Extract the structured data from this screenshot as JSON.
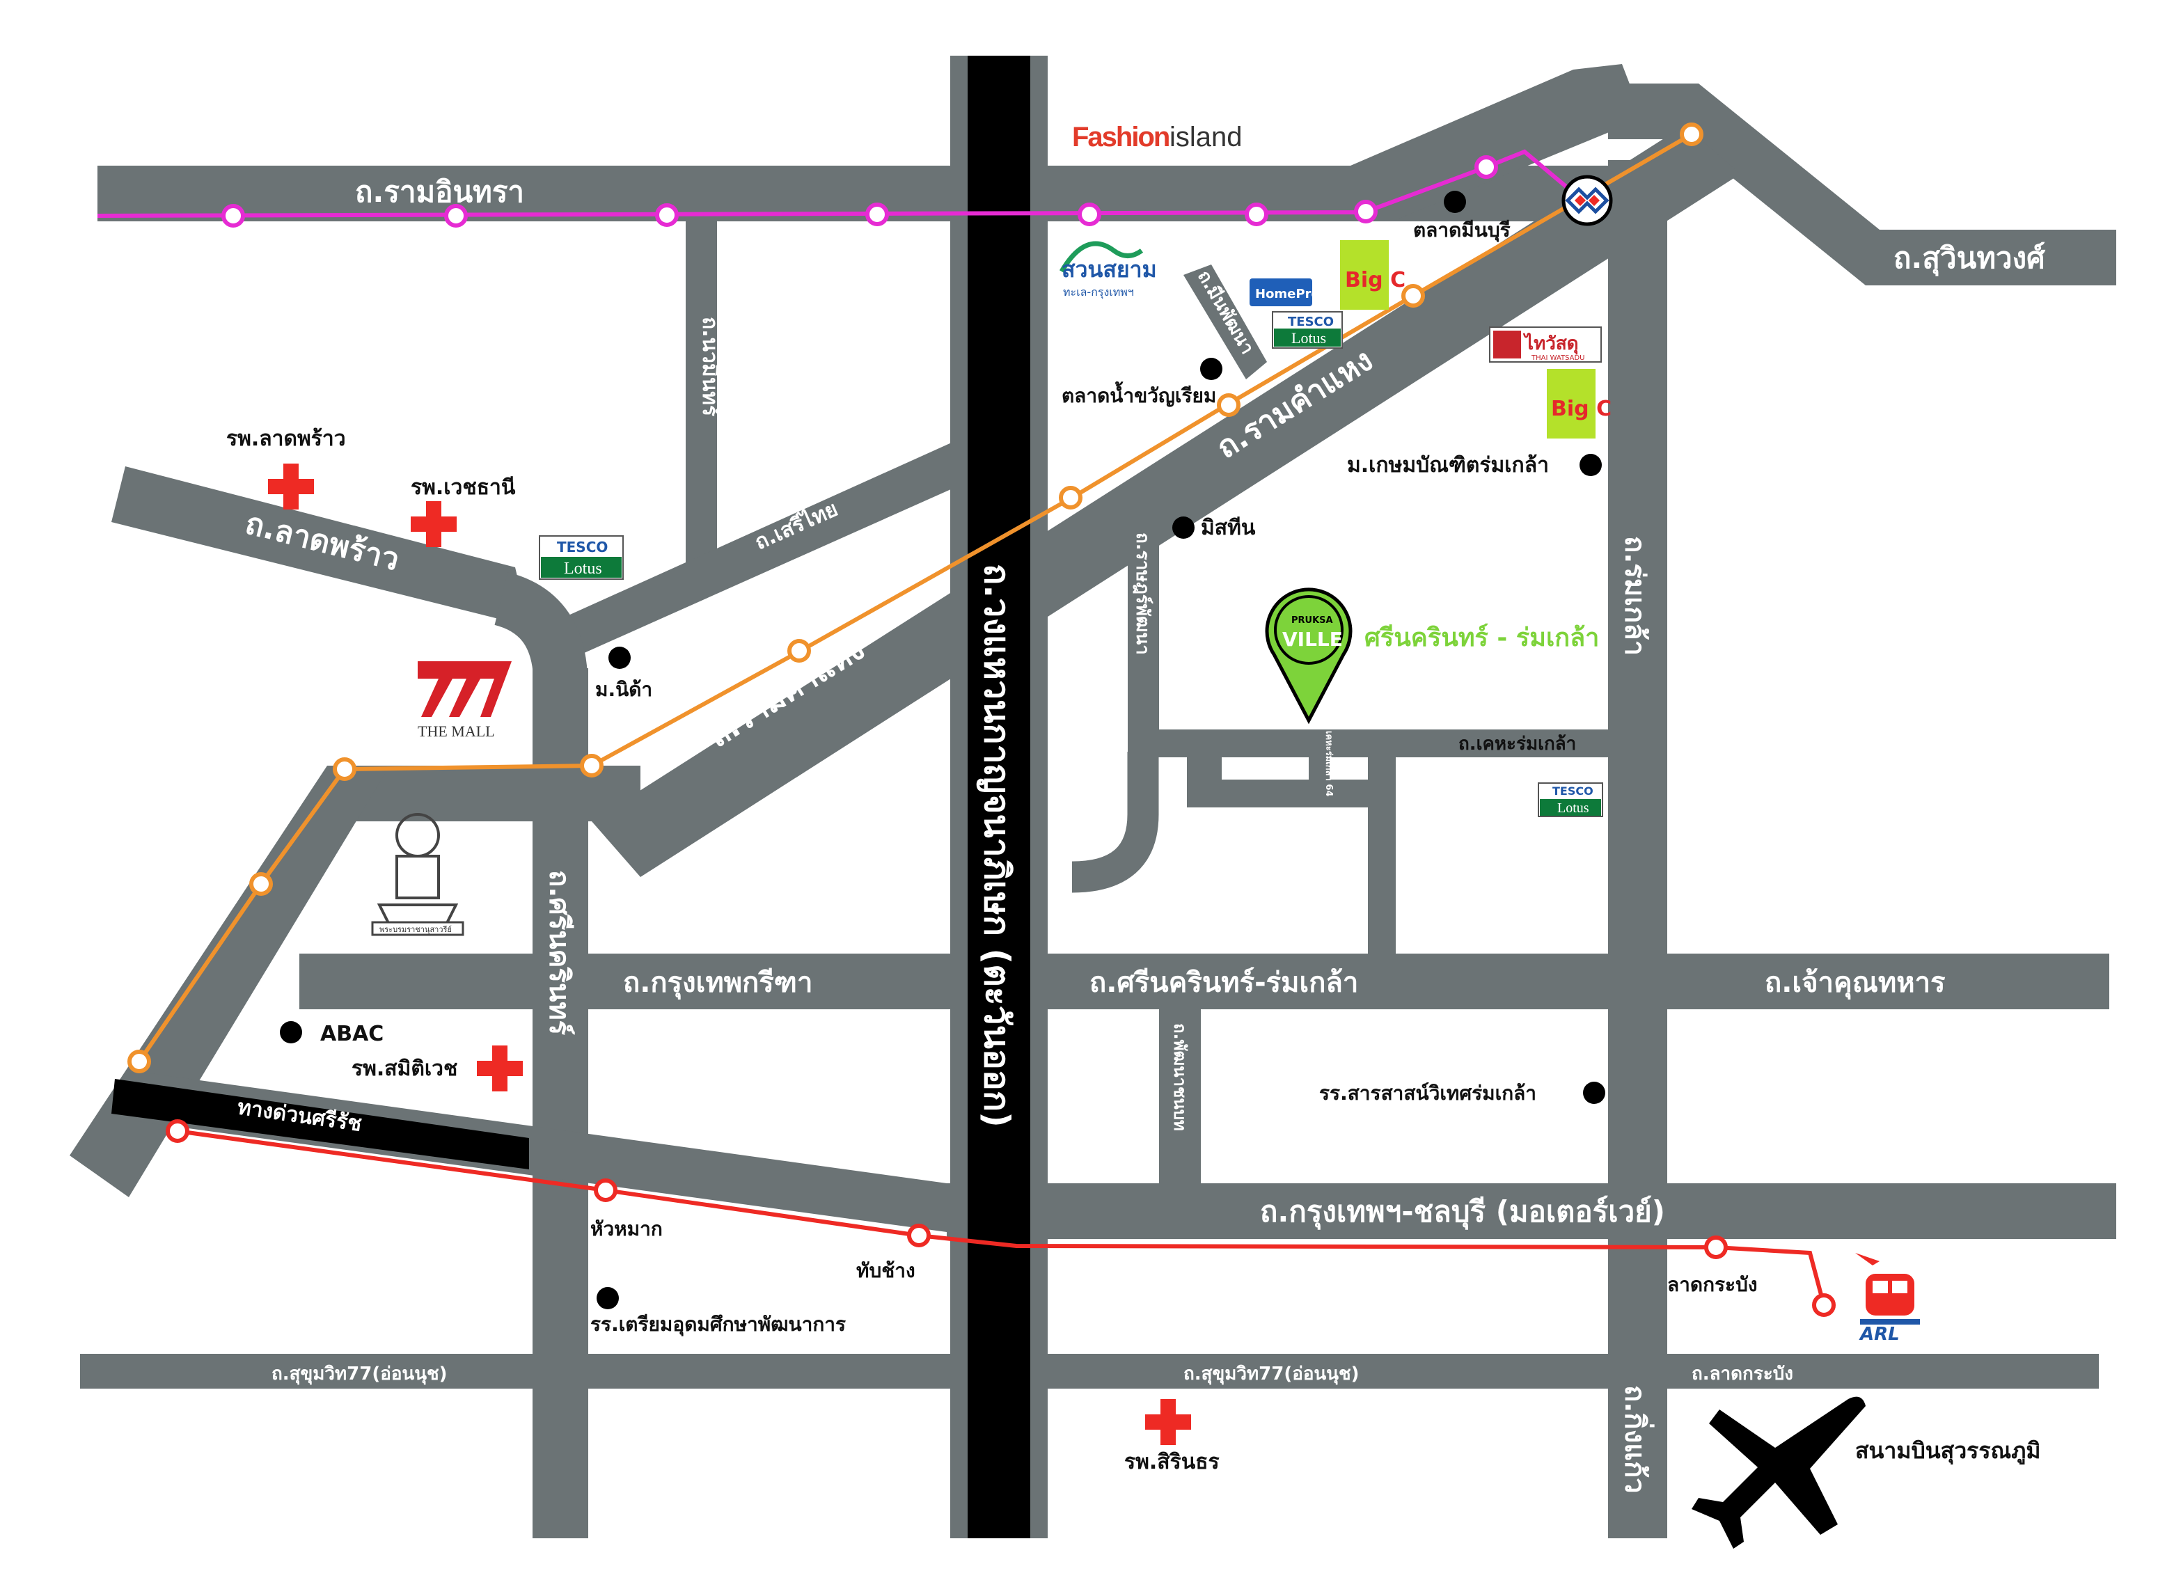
{
  "colors": {
    "road": "#6b7375",
    "expressway": "#000000",
    "pink_line": "#e62bd3",
    "orange_line": "#f0922c",
    "red_line": "#ee2a24",
    "project": "#7dd33a",
    "hospital": "#ee2a24"
  },
  "roads": {
    "ram_inthra": "ถ.รามอินทรา",
    "sukhonthawong": "ถ.สุวินทวงศ์",
    "ladprao": "ถ.ลาดพร้าว",
    "nawamin": "ถ.นวมินทร์",
    "serithai": "ถ.เสรีไทย",
    "kanchanaphisek": "ถ.วงแหวนกาญจนาภิเษก (ตะวันออก)",
    "ramkhamhaeng_east": "ถ.รามคำแหง",
    "ramkhamhaeng_west": "ถ.รามคำแหง",
    "mistine_road": "ถ.มีนพัฒนา",
    "rat_phatthana": "ถ.ราษฎร์พัฒนา",
    "romklao": "ถ.ร่มเกล้า",
    "kheha_romklao": "ถ.เคหะร่มเกล้า",
    "soi_64": "เคหะร่มเกล้า 64",
    "srinakarin": "ถ.ศรีนครินทร์",
    "krungthep_kreetha": "ถ.กรุงเทพกรีฑา",
    "srinakarin_romklao": "ถ.ศรีนครินทร์-ร่มเกล้า",
    "chaokhun_thahan": "ถ.เจ้าคุณทหาร",
    "phatthanachonnabot": "ถ.พัฒนาชนบท",
    "motorway": "ถ.กรุงเทพฯ-ชลบุรี (มอเตอร์เวย์)",
    "sukhumvit77_west": "ถ.สุขุมวิท77(อ่อนนุช)",
    "sukhumvit77_mid": "ถ.สุขุมวิท77(อ่อนนุช)",
    "lat_krabang_road": "ถ.ลาดกระบัง",
    "king_kaeo": "ถ.กิ่งแก้ว",
    "si_rat_expressway": "ทางด่วนศรีรัช"
  },
  "places": {
    "fashion_island": "Fashion island",
    "fashion_island_a": "Fashion",
    "fashion_island_b": "island",
    "talat_minburi": "ตลาดมีนบุรี",
    "suan_siam": "สวนสยาม",
    "suan_siam_sub": "ทะเล-กรุงเทพฯ",
    "homepro": "HomePro",
    "tesco_top": "TESCO",
    "lotus_top": "Lotus",
    "bigc_top": "Big C",
    "thai_watsadu": "ไทวัสดุ",
    "thai_watsadu_sub": "THAI WATSADU",
    "bigc_right": "Big C",
    "talat_nam_khwan": "ตลาดน้ำขวัญเรียม",
    "kasem_bundit": "ม.เกษมบัณฑิตร่มเกล้า",
    "mistine": "มิสทีน",
    "hosp_ladprao": "รพ.ลาดพร้าว",
    "hosp_vejthani": "รพ.เวชธานี",
    "tesco_ladprao": "TESCO",
    "lotus_ladprao": "Lotus",
    "the_mall": "THE MALL",
    "nida": "ม.นิด้า",
    "abac": "ABAC",
    "hosp_samitivej": "รพ.สมิติเวช",
    "hua_mak": "หัวหมาก",
    "thap_chang": "ทับช้าง",
    "triam_udom": "รร.เตรียมอุดมศึกษาพัฒนาการ",
    "hosp_sirinrat": "รพ.สิรินธร",
    "lat_krabang_station": "ลาดกระบัง",
    "arl": "ARL",
    "suvarnabhumi": "สนามบินสุวรรณภูมิ",
    "sarasas": "รร.สารสาสน์วิเทศร่มเกล้า",
    "tesco_right": "TESCO",
    "lotus_right": "Lotus",
    "rama9_monument": "พระบรมราชานุสาวรีย์",
    "pruksa_top": "PRUKSA",
    "pruksa_bottom": "VILLE",
    "project_name": "ศรีนครินทร์ - ร่มเกล้า"
  },
  "icons": {
    "hospital": "red-cross-icon",
    "pin": "location-pin-icon",
    "plane": "airplane-icon",
    "train": "train-icon",
    "mrt": "mrt-interchange-icon"
  }
}
